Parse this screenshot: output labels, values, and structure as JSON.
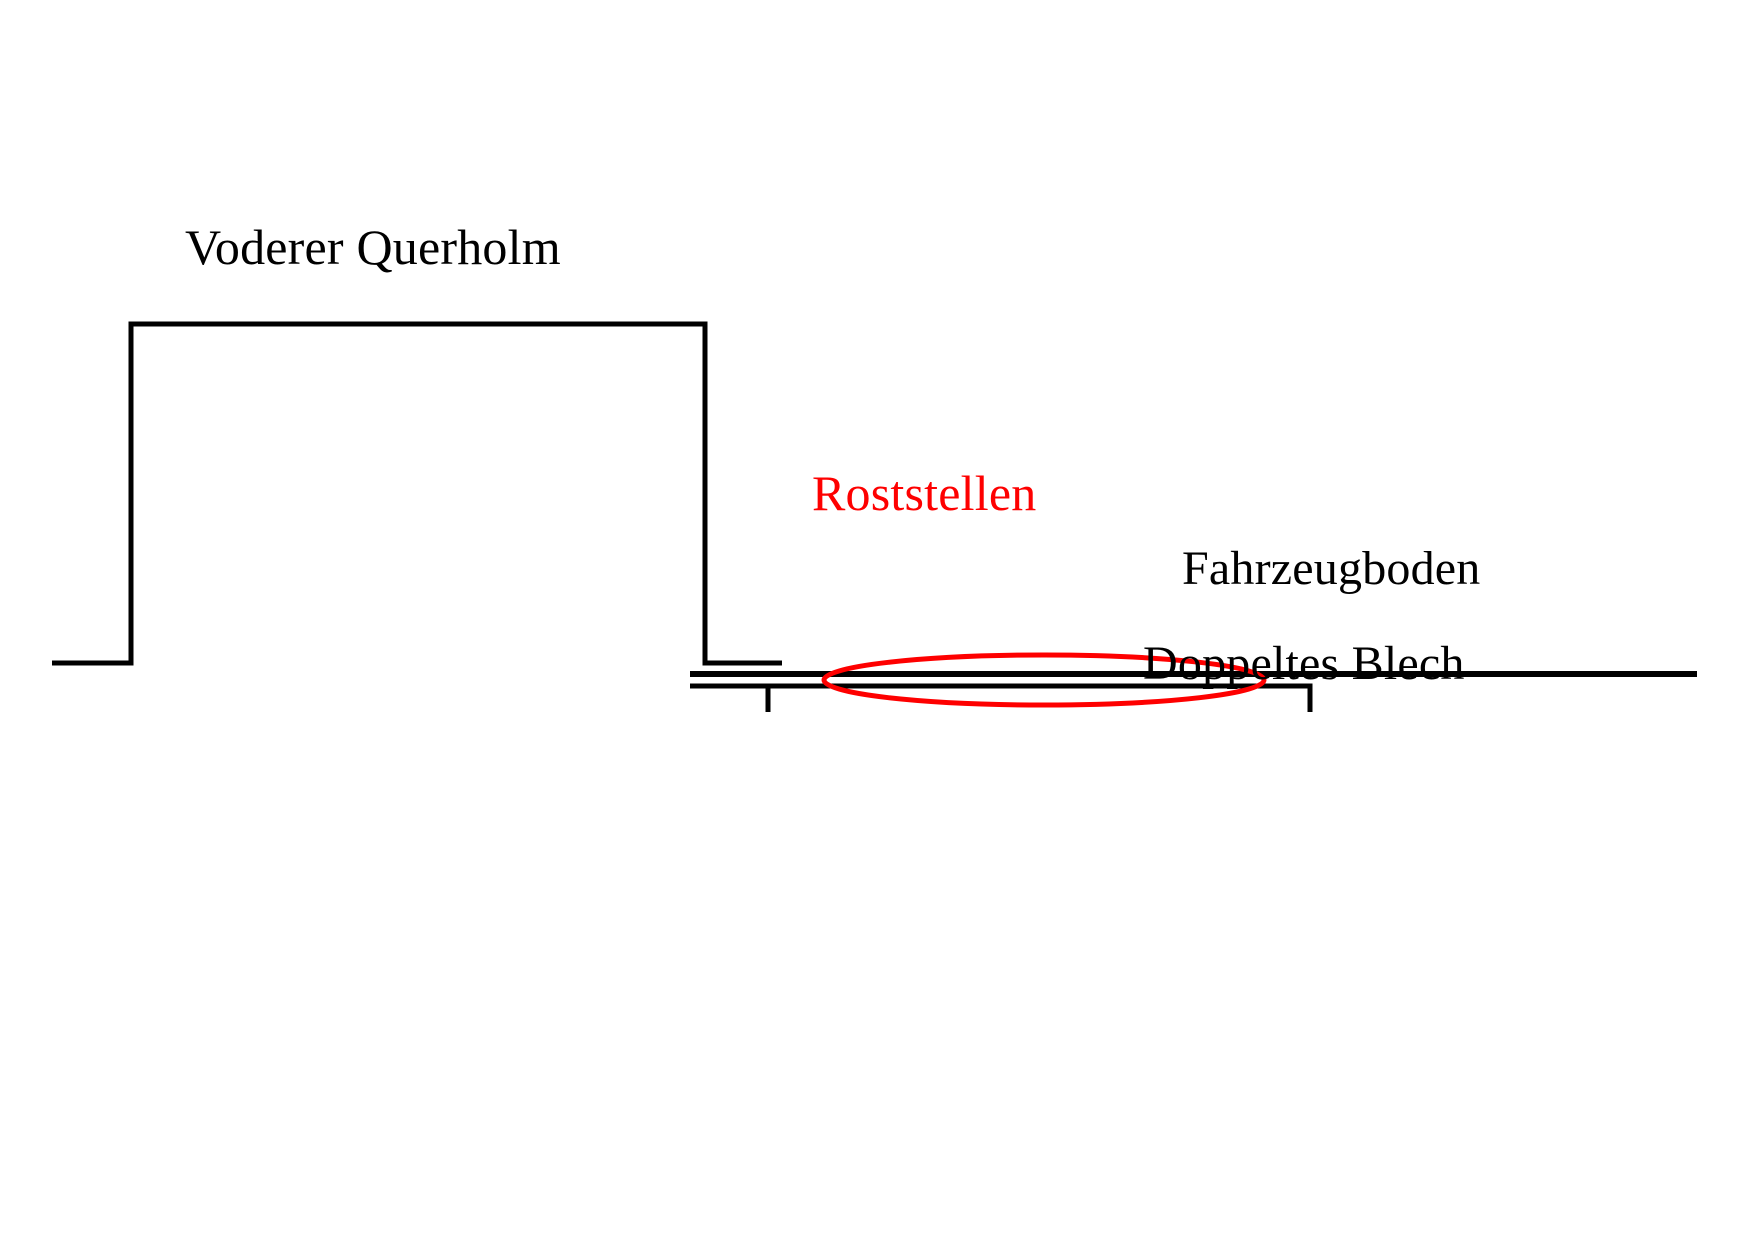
{
  "diagram": {
    "type": "technical-cross-section",
    "background_color": "#ffffff",
    "line_color": "#000000",
    "highlight_color": "#fe0000",
    "labels": {
      "querholm": "Voderer Querholm",
      "roststellen": "Roststellen",
      "fahrzeugboden": "Fahrzeugboden",
      "doppeltes_blech": "Doppeltes Blech"
    },
    "parts": [
      {
        "name": "front-crossmember-profile",
        "label": "Voderer Querholm",
        "color": "#000000"
      },
      {
        "name": "vehicle-floor-line",
        "label": "Fahrzeugboden",
        "color": "#000000"
      },
      {
        "name": "double-sheet-bracket",
        "label": "Doppeltes Blech",
        "color": "#000000"
      },
      {
        "name": "rust-spot-ellipse",
        "label": "Roststellen",
        "color": "#fe0000"
      }
    ]
  }
}
